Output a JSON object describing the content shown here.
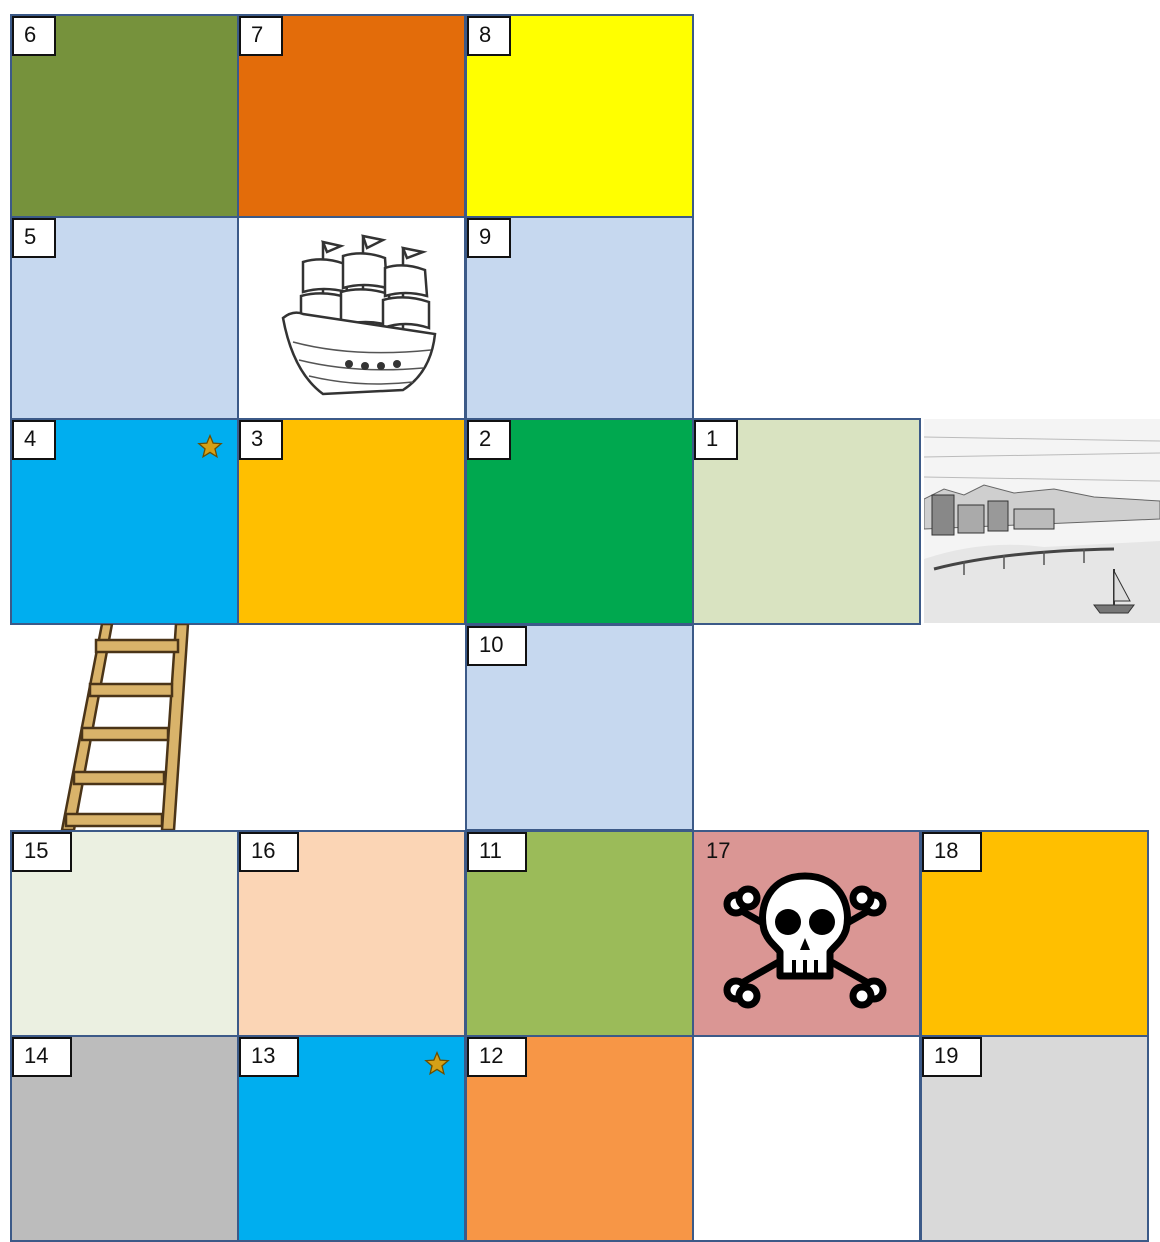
{
  "board": {
    "cells": [
      {
        "num": "1",
        "color": "#d9e3c1"
      },
      {
        "num": "2",
        "color": "#00a84f"
      },
      {
        "num": "3",
        "color": "#ffbf00"
      },
      {
        "num": "4",
        "color": "#00aeef",
        "star": true
      },
      {
        "num": "5",
        "color": "#c6d8ef"
      },
      {
        "num": "6",
        "color": "#76923c"
      },
      {
        "num": "7",
        "color": "#e36c0a"
      },
      {
        "num": "8",
        "color": "#ffff00"
      },
      {
        "num": "9",
        "color": "#c6d8ef"
      },
      {
        "num": "10",
        "color": "#c6d8ef"
      },
      {
        "num": "11",
        "color": "#9bbb59"
      },
      {
        "num": "12",
        "color": "#f79646"
      },
      {
        "num": "13",
        "color": "#00aeef",
        "star": true
      },
      {
        "num": "14",
        "color": "#bcbcbc"
      },
      {
        "num": "15",
        "color": "#ebf0e1"
      },
      {
        "num": "16",
        "color": "#fbd5b5"
      },
      {
        "num": "17",
        "color": "#da9694",
        "icon": "skull-crossbones-icon"
      },
      {
        "num": "18",
        "color": "#ffbf00"
      },
      {
        "num": "19",
        "color": "#d9d9d9"
      }
    ],
    "pictures": [
      "pirate-ship-icon",
      "harbor-illustration",
      "ladder-icon",
      "skull-crossbones-icon",
      "star-icon"
    ]
  }
}
